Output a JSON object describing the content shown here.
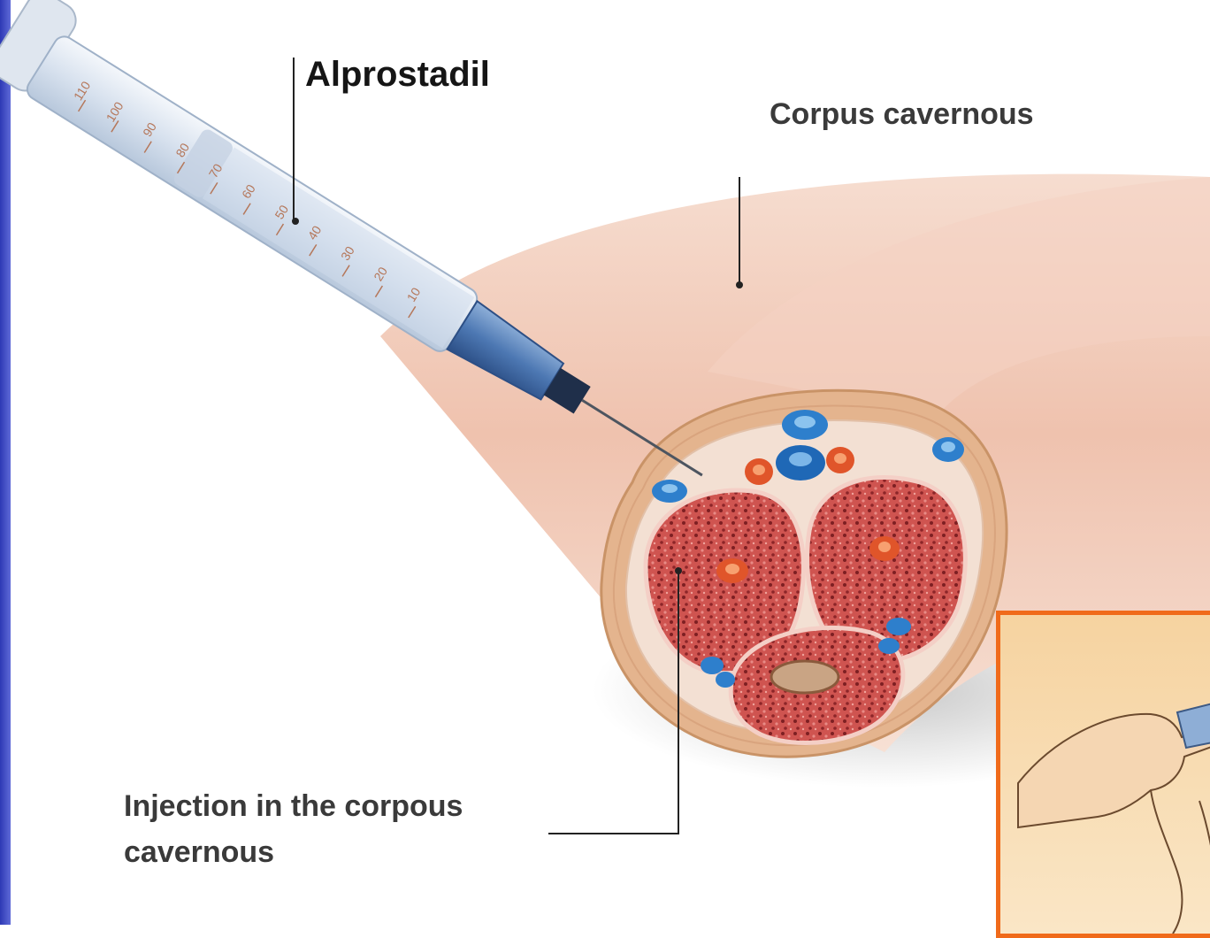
{
  "labels": {
    "alprostadil": "Alprostadil",
    "corpus_cavernous": "Corpus cavernous",
    "injection_line1": "Injection in the corpous",
    "injection_line2": "cavernous"
  },
  "syringe_scale": [
    "110",
    "100",
    "90",
    "80",
    "70",
    "60",
    "50",
    "40",
    "30",
    "20",
    "10"
  ],
  "colors": {
    "skin": "#f1c8b4",
    "tissue": "#c94845",
    "vein": "#2e7fcc",
    "artery": "#e0552a",
    "inset_border": "#f06a1a",
    "left_bar": "#3440b8"
  }
}
